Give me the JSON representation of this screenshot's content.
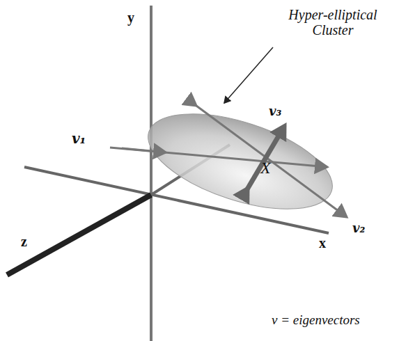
{
  "diagram": {
    "labels": [
      "Hyper-elliptical Cluster",
      "y",
      "v₁",
      "v₃",
      "X",
      "z",
      "x",
      "v₂",
      "v = eigenvectors"
    ]
  }
}
